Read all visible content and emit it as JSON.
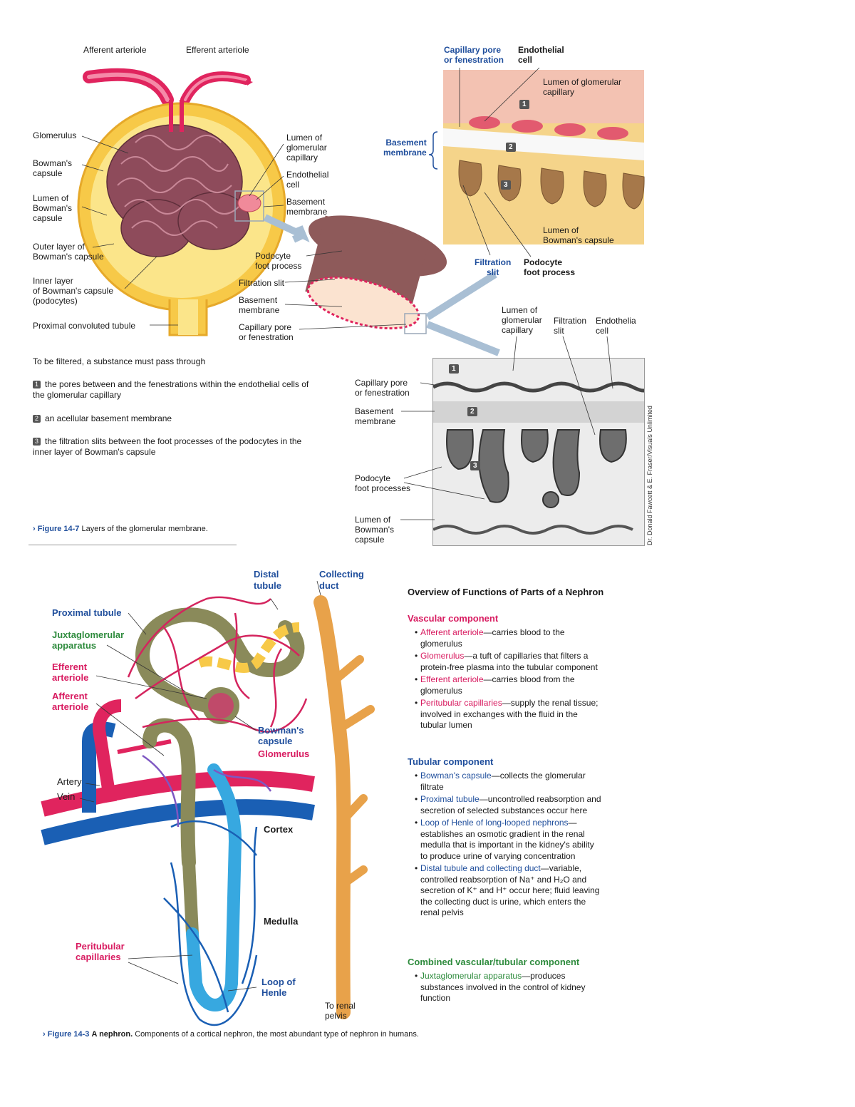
{
  "top_figure": {
    "labels_left": {
      "afferent_arteriole": "Afferent arteriole",
      "efferent_arteriole": "Efferent arteriole",
      "glomerulus": "Glomerulus",
      "bowmans_capsule": "Bowman's\ncapsule",
      "lumen_bowmans": "Lumen of\nBowman's\ncapsule",
      "outer_layer": "Outer layer of\nBowman's capsule",
      "inner_layer": "Inner layer\nof Bowman's capsule\n(podocytes)",
      "proximal_convoluted": "Proximal convoluted tubule"
    },
    "labels_mid": {
      "lumen_glomerular_capillary": "Lumen of\nglomerular\ncapillary",
      "endothelial_cell": "Endothelial\ncell",
      "basement_membrane": "Basement\nmembrane",
      "podocyte_foot_process": "Podocyte\nfoot process",
      "filtration_slit": "Filtration slit",
      "basement_membrane_2": "Basement\nmembrane",
      "capillary_pore": "Capillary pore\nor fenestration"
    },
    "labels_right": {
      "capillary_pore_blue": "Capillary pore\nor fenestration",
      "endothelial_cell": "Endothelial\ncell",
      "lumen_glomerular": "Lumen of glomerular\ncapillary",
      "basement_membrane_blue": "Basement\nmembrane",
      "lumen_bowmans": "Lumen of\nBowman's capsule",
      "filtration_slit_blue": "Filtration\nslit",
      "podocyte_foot_process": "Podocyte\nfoot process",
      "num_1": "1",
      "num_2": "2",
      "num_3": "3"
    },
    "labels_em": {
      "lumen_glomerular": "Lumen of\nglomerular\ncapillary",
      "filtration_slit": "Filtration\nslit",
      "endothelial_cell": "Endothelia\ncell",
      "capillary_pore": "Capillary pore\nor fenestration",
      "basement_membrane": "Basement\nmembrane",
      "podocyte_foot_processes": "Podocyte\nfoot processes",
      "lumen_bowmans": "Lumen of\nBowman's\ncapsule",
      "credit": "Dr. Donald Fawcett & E. Fraser/Visuals Unlimited",
      "num_1": "1",
      "num_2": "2",
      "num_3": "3"
    },
    "text": {
      "intro": "To be filtered, a substance must pass through",
      "item1": "the pores between and the fenestrations within the endothelial cells of the glomerular capillary",
      "item2": "an acellular basement membrane",
      "item3": "the filtration slits between the foot processes of the podocytes in the inner layer of Bowman's capsule",
      "n1": "1",
      "n2": "2",
      "n3": "3"
    },
    "caption": {
      "fig": "Figure 14-7",
      "text": "Layers of the glomerular membrane."
    }
  },
  "bottom_figure": {
    "labels": {
      "distal_tubule": "Distal\ntubule",
      "collecting_duct": "Collecting\nduct",
      "proximal_tubule": "Proximal tubule",
      "juxtaglomerular": "Juxtaglomerular\napparatus",
      "efferent_arteriole": "Efferent\narteriole",
      "afferent_arteriole": "Afferent\narteriole",
      "bowmans_capsule": "Bowman's\ncapsule",
      "glomerulus": "Glomerulus",
      "artery": "Artery",
      "vein": "Vein",
      "cortex": "Cortex",
      "medulla": "Medulla",
      "peritubular": "Peritubular\ncapillaries",
      "loop_of_henle": "Loop of\nHenle",
      "to_renal_pelvis": "To renal\npelvis"
    },
    "overview": {
      "title": "Overview of Functions of Parts of a Nephron",
      "vascular_head": "Vascular component",
      "vascular": [
        {
          "term": "Afferent arteriole",
          "desc": "—carries blood to the glomerulus"
        },
        {
          "term": "Glomerulus",
          "desc": "—a tuft of capillaries that filters a protein-free plasma into the tubular component"
        },
        {
          "term": "Efferent arteriole",
          "desc": "—carries blood from the glomerulus"
        },
        {
          "term": "Peritubular capillaries",
          "desc": "—supply the renal tissue; involved in exchanges with the fluid in the tubular lumen"
        }
      ],
      "tubular_head": "Tubular component",
      "tubular": [
        {
          "term": "Bowman's capsule",
          "desc": "—collects the glomerular filtrate"
        },
        {
          "term": "Proximal tubule",
          "desc": "—uncontrolled reabsorption and secretion of selected substances occur here"
        },
        {
          "term": "Loop of Henle of long-looped nephrons",
          "desc": "—establishes an osmotic gradient in the renal medulla that is important in the kidney's ability to produce urine of varying concentration"
        },
        {
          "term": "Distal tubule and collecting duct",
          "desc": "—variable, controlled reabsorption of Na⁺ and H₂O and secretion of K⁺ and H⁺ occur here; fluid leaving the collecting duct is urine, which enters the renal pelvis"
        }
      ],
      "combined_head": "Combined vascular/tubular component",
      "combined": [
        {
          "term": "Juxtaglomerular apparatus",
          "desc": "—produces substances involved in the control of kidney function"
        }
      ]
    },
    "caption": {
      "fig": "Figure 14-3",
      "bold": "A nephron.",
      "text": "Components of a cortical nephron, the most abundant type of nephron in humans."
    }
  },
  "colors": {
    "blue_label": "#1f4e9c",
    "red_label": "#d81b60",
    "green_label": "#2e8b3d",
    "capsule_yellow": "#f7c948",
    "glomerulus_brown": "#8e4b5b",
    "artery_red": "#e0245e",
    "vein_blue": "#1a5fb4",
    "tubule_olive": "#8a8a5a",
    "duct_orange": "#e8a24a",
    "loop_cyan": "#37a8e0"
  }
}
